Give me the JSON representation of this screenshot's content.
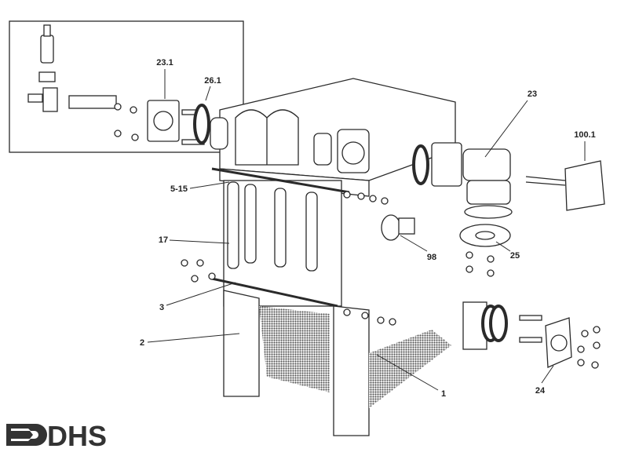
{
  "diagram": {
    "labels": {
      "p23_1": "23.1",
      "p26_1": "26.1",
      "p23": "23",
      "p100_1": "100.1",
      "p5_15": "5-15",
      "p17": "17",
      "p98": "98",
      "p25": "25",
      "p3": "3",
      "p2": "2",
      "p1": "1",
      "p24": "24"
    },
    "logo": "DHS"
  },
  "colors": {
    "line": "#2a2a2a",
    "hatch": "#555555"
  }
}
